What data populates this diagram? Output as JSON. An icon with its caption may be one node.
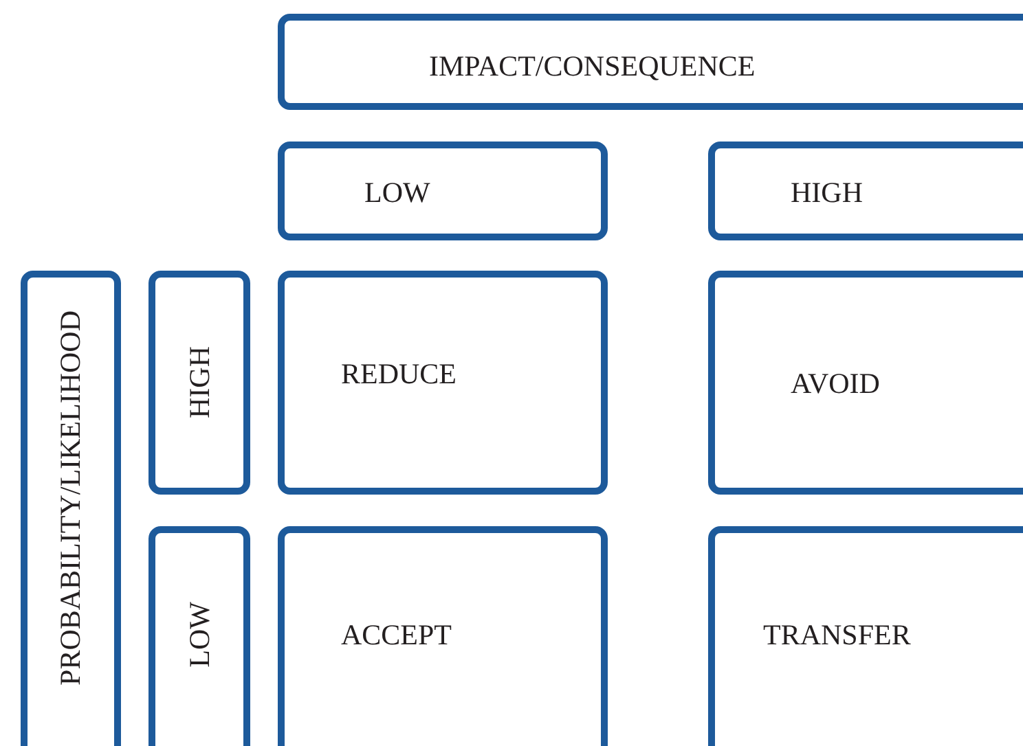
{
  "diagram": {
    "nodes": [
      {
        "text": [
          "IMPACT/CONSEQUENCE"
        ]
      },
      {
        "text": [
          "LOW"
        ]
      },
      {
        "text": [
          "HIGH"
        ]
      },
      {
        "text": [
          "PROBABILITY/LIKELIHOOD"
        ]
      },
      {
        "text": [
          "HIGH"
        ]
      },
      {
        "text": [
          "REDUCE"
        ]
      },
      {
        "text": [
          "AVOID"
        ]
      },
      {
        "text": [
          "LOW"
        ]
      },
      {
        "text": [
          "ACCEPT"
        ]
      },
      {
        "text": [
          "TRANSFER"
        ]
      }
    ]
  }
}
